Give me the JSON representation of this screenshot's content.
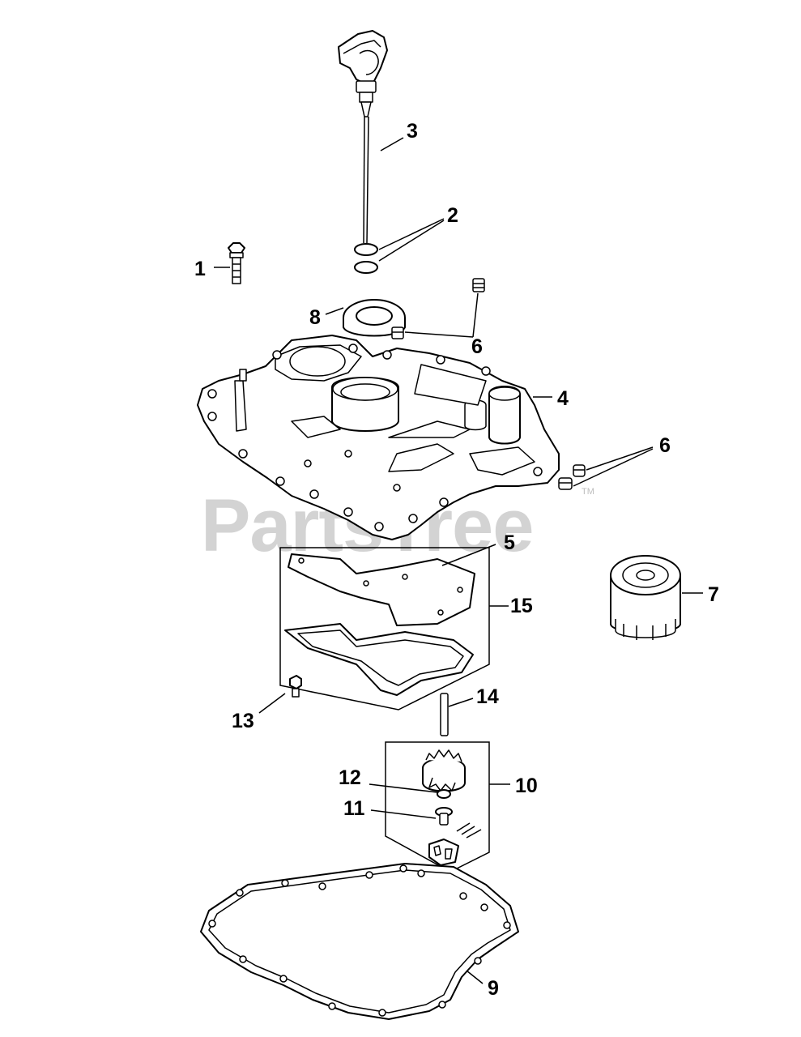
{
  "watermark": {
    "text": "PartsTree",
    "trademark": "TM"
  },
  "callouts": [
    {
      "id": "1",
      "label": "1"
    },
    {
      "id": "2",
      "label": "2"
    },
    {
      "id": "3",
      "label": "3"
    },
    {
      "id": "4",
      "label": "4"
    },
    {
      "id": "5",
      "label": "5"
    },
    {
      "id": "6a",
      "label": "6"
    },
    {
      "id": "6b",
      "label": "6"
    },
    {
      "id": "7",
      "label": "7"
    },
    {
      "id": "8",
      "label": "8"
    },
    {
      "id": "9",
      "label": "9"
    },
    {
      "id": "10",
      "label": "10"
    },
    {
      "id": "11",
      "label": "11"
    },
    {
      "id": "12",
      "label": "12"
    },
    {
      "id": "13",
      "label": "13"
    },
    {
      "id": "14",
      "label": "14"
    },
    {
      "id": "15",
      "label": "15"
    }
  ]
}
